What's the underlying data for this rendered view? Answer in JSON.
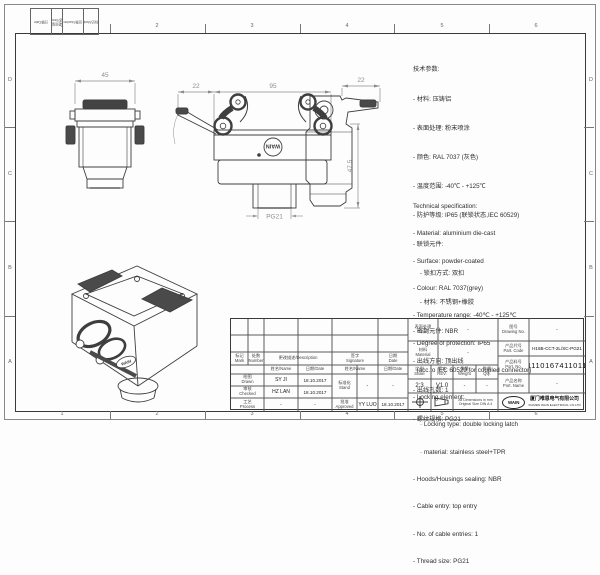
{
  "colors": {
    "line": "#3e3e3e",
    "dim": "#8d8d8d",
    "frame": "#3a3a3a",
    "fill_dark": "#4a4a4a",
    "paper": "#fdfdfd"
  },
  "frame": {
    "columns": [
      "1",
      "2",
      "3",
      "4",
      "5",
      "6"
    ],
    "rows": [
      "D",
      "C",
      "B",
      "A"
    ],
    "corner_cells": [
      "标记/Mark",
      "处数/Number",
      "更改描述/Desc",
      "日期/Date"
    ]
  },
  "views": {
    "front": {
      "dim_width": "45"
    },
    "main": {
      "dim_offset": "22",
      "dim_width": "95",
      "thread": "PG21",
      "logo": "WAIN"
    },
    "profile": {
      "dim_width": "22",
      "dim_height": "47.5"
    }
  },
  "specs_cn": {
    "title": "技术参数:",
    "lines": [
      "- 材料: 压铸铝",
      "- 表面处理: 粉末喷涂",
      "- 颜色: RAL 7037 (灰色)",
      "- 温度范围: -40℃ - +125℃",
      "- 防护等级: IP65 (联锁状态,IEC 60529)",
      "- 联锁元件:",
      "    - 锁扣方式: 双扣",
      "    - 材料: 不锈钢+橡胶",
      "- 密封元件: NBR",
      "- 出线方向: 顶出线",
      "- 出线孔数: 1",
      "- 螺纹规格: PG21"
    ]
  },
  "specs_en": {
    "title": "Technical specification:",
    "lines": [
      "- Material: aluminium die-cast",
      "- Surface: powder-coated",
      "- Colour: RAL 7037(grey)",
      "- Temperature range: -40℃ - +125℃",
      "- Degree of protection: IP65",
      "  (acc.to IEC 60529 for coupled connector)",
      "- Locking element:",
      "    · Locking type: double locking latch",
      "    · material: stainless steel+TPR",
      "- Hoods/Housings sealing: NBR",
      "- Cable entry: top entry",
      "- No. of cable entries: 1",
      "- Thread size: PG21"
    ]
  },
  "titleblock": {
    "headers": {
      "mark": "标记\nMark",
      "number": "处数\nNumber",
      "description": "更改描述/Description",
      "signature": "签字\nSignature",
      "date": "日期\nDate",
      "name_sub": "姓名/Name",
      "date_sub": "日期/Date"
    },
    "rows": {
      "drawn": {
        "label": "绘图\nDrawn",
        "name": "SY JI",
        "date": "18.10.2017"
      },
      "checked": {
        "label": "审核\nChecked",
        "name": "HZ LAN",
        "date": "18.10.2017"
      },
      "process": {
        "label": "工艺\nProcess",
        "name": "-",
        "date": "-"
      },
      "stand": {
        "label": "标准化\nStand",
        "name": "-",
        "date": "-"
      },
      "approved": {
        "label": "批准\nApproved",
        "name": "YY LUO",
        "date": "18.10.2017"
      }
    },
    "fields": {
      "finish": {
        "label": "表面处理\nFinish",
        "value": "-"
      },
      "material": {
        "label": "材料\nMaterial",
        "value": "-"
      },
      "scale": {
        "label": "比例\nScale",
        "value": "2:3"
      },
      "rev": {
        "label": "版本\nREV.",
        "value": "V1.0"
      },
      "weight": {
        "label": "重量\nWeight",
        "value": "-"
      },
      "qty": {
        "label": "数量\nQty.",
        "value": "-"
      },
      "drawing_no": {
        "label": "图号\nDrawing No.",
        "value": "-"
      },
      "part_code": {
        "label": "产品代号\nPart. Code",
        "value": "H16B-CCT-2L/SC-PG21"
      },
      "part_no": {
        "label": "产品料号\nPort. No.",
        "value": "1110167411011"
      },
      "part_name": {
        "label": "产品名称\nPort. Name",
        "value": "-"
      }
    },
    "note": "All Dimensions in mm\nOriginal Size DIN A 4",
    "company": {
      "logo": "WAIN",
      "name_cn": "厦门唯恩电气有限公司",
      "name_en": "XIAMEN WAIN ELECTRICAL CO.LTD"
    }
  }
}
